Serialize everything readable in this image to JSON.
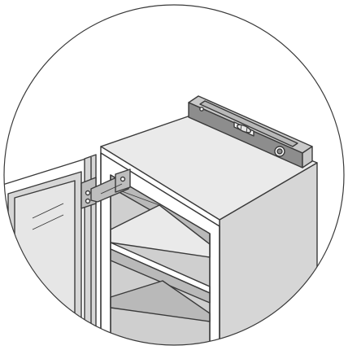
{
  "diagram": {
    "kind": "assembly-illustration",
    "subject": "cabinet-with-hinged-glass-door-and-spirit-level",
    "colors": {
      "background": "#ffffff",
      "line": "#3a3a3a",
      "cabinet_top": "#eaeaea",
      "cabinet_side": "#d6d6d6",
      "cabinet_front": "#ffffff",
      "interior": "#cfcfcf",
      "interior_dark": "#b9b9b9",
      "glass": "#e6e6e6",
      "level_body": "#c9c9c9",
      "level_dark": "#8d8d8d",
      "hinge": "#bdbdbd"
    },
    "components": [
      "cabinet-body",
      "shelf",
      "glass-door",
      "hinge",
      "spirit-level",
      "bubble-vial",
      "circular-frame"
    ]
  }
}
